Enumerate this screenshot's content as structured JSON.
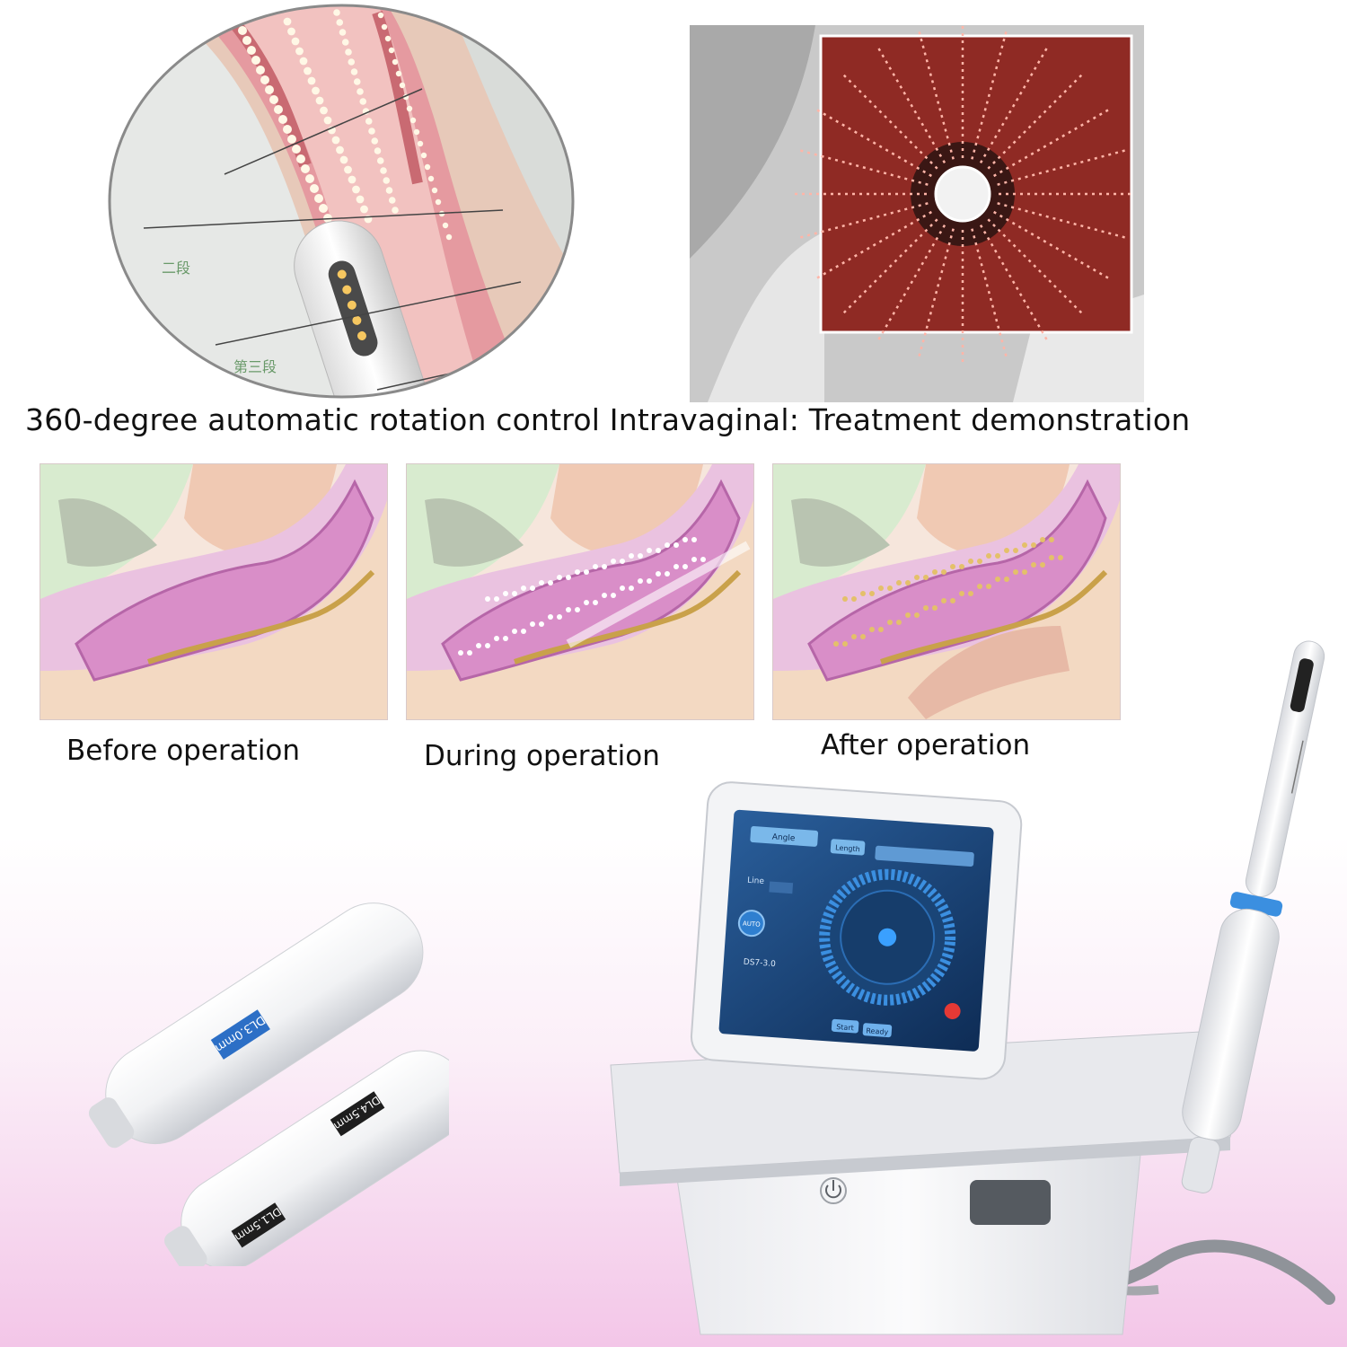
{
  "main_caption": "360-degree automatic rotation control Intravaginal: Treatment demonstration",
  "stages": [
    {
      "label": "Before operation"
    },
    {
      "label": "During operation"
    },
    {
      "label": "After operation"
    }
  ],
  "illustration_text": {
    "section_2": "二段",
    "section_3": "第三段"
  },
  "screen": {
    "tab_angle": "Angle",
    "tab_length": "Length",
    "line_label": "Line",
    "auto_button": "AUTO",
    "cartridge_readout": "DS7-3.0",
    "start_button": "Start",
    "ready_button": "Ready"
  },
  "cartridges": [
    {
      "label": "DL3.0mm"
    },
    {
      "label": "DL4.5mm"
    },
    {
      "label": "DL1.5mm"
    }
  ],
  "colors": {
    "tissue_pink": "#d98ec8",
    "tissue_red": "#b5403a",
    "bg_gradient_pink": "#f3c6e8",
    "device_white": "#f4f5f7",
    "screen_blue": "#1f4f88",
    "ring_blue": "#3b8fe0"
  }
}
